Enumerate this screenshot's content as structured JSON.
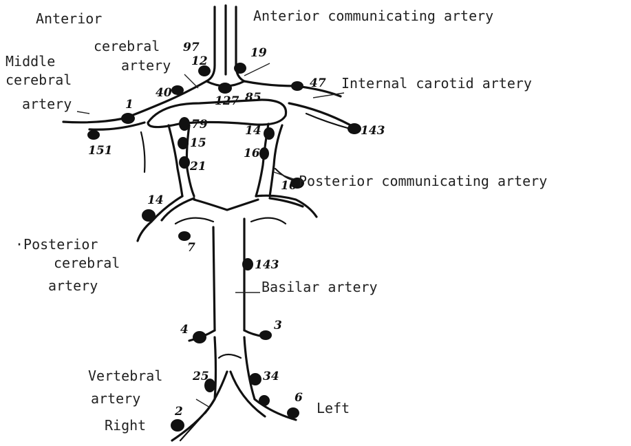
{
  "labels": {
    "anterior": "Anterior",
    "cerebral": "cerebral",
    "artery_aca": "artery",
    "middle": "Middle",
    "cerebral_mca": "cerebral",
    "artery_mca": "artery",
    "acom": "Anterior communicating artery",
    "ica": "Internal carotid artery",
    "pcom": "Posterior communicating artery",
    "posterior": "·Posterior",
    "cerebral_pca": "cerebral",
    "artery_pca": "artery",
    "basilar": "Basilar artery",
    "vertebral": "Vertebral",
    "artery_va": "artery",
    "right": "Right",
    "left": "Left"
  },
  "counts": {
    "aca_top": "97",
    "aca_mid": "12",
    "acom": "19",
    "ica_left": "47",
    "acom_bottom": "127",
    "pcom_left_top": "85",
    "aca_right": "40",
    "mca_right": "1",
    "mca_left": "143",
    "mca_right_branch": "151",
    "pcom_r1": "79",
    "pcom_r2": "15",
    "pcom_r3": "21",
    "pcom_l1": "14",
    "pcom_l2": "16",
    "pcom_l3": "16",
    "pca_right": "14",
    "pca_tip": "7",
    "basilar": "143",
    "basilar_right": "4",
    "basilar_left": "3",
    "vertebral_right": "25",
    "vertebral_left": "34",
    "va_right_bottom": "2",
    "va_left_bottom": "6"
  }
}
